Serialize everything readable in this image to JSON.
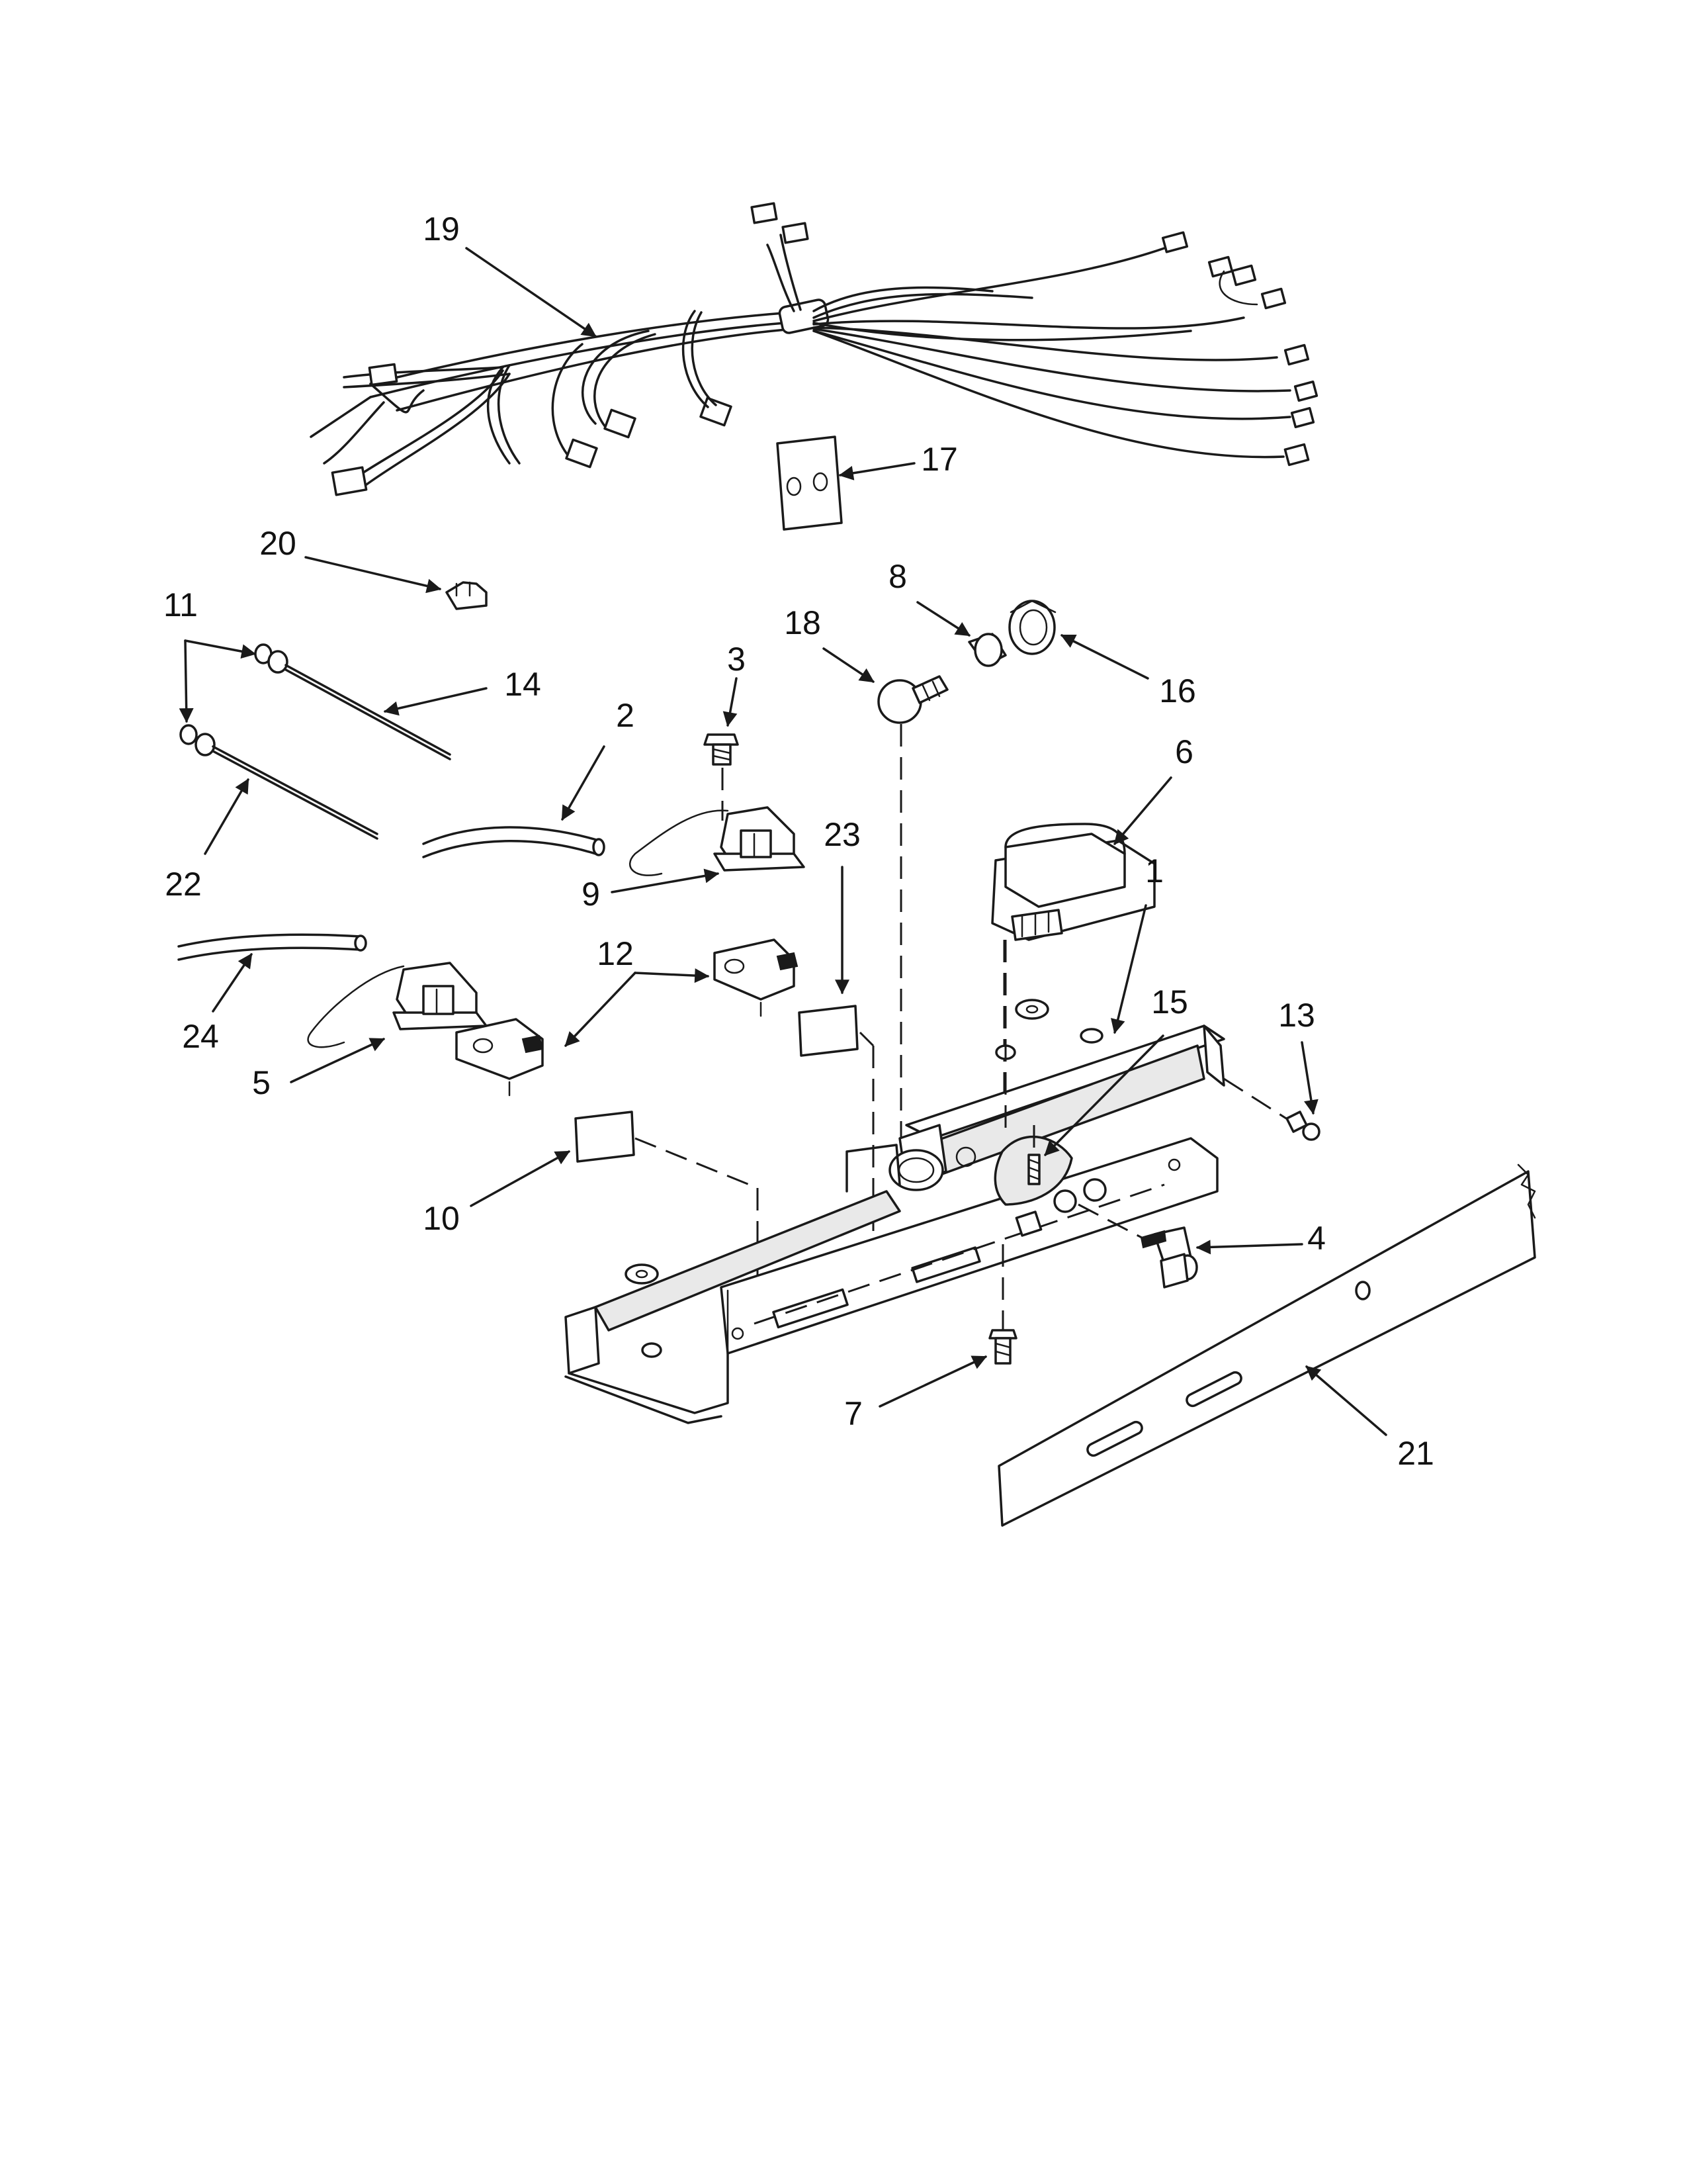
{
  "diagram": {
    "labels": [
      {
        "id": "1",
        "text": "1"
      },
      {
        "id": "2",
        "text": "2"
      },
      {
        "id": "3",
        "text": "3"
      },
      {
        "id": "4",
        "text": "4"
      },
      {
        "id": "5",
        "text": "5"
      },
      {
        "id": "6",
        "text": "6"
      },
      {
        "id": "7",
        "text": "7"
      },
      {
        "id": "8",
        "text": "8"
      },
      {
        "id": "9",
        "text": "9"
      },
      {
        "id": "10",
        "text": "10"
      },
      {
        "id": "11",
        "text": "11"
      },
      {
        "id": "12",
        "text": "12"
      },
      {
        "id": "13",
        "text": "13"
      },
      {
        "id": "14",
        "text": "14"
      },
      {
        "id": "15",
        "text": "15"
      },
      {
        "id": "16",
        "text": "16"
      },
      {
        "id": "17",
        "text": "17"
      },
      {
        "id": "18",
        "text": "18"
      },
      {
        "id": "19",
        "text": "19"
      },
      {
        "id": "20",
        "text": "20"
      },
      {
        "id": "21",
        "text": "21"
      },
      {
        "id": "22",
        "text": "22"
      },
      {
        "id": "23",
        "text": "23"
      },
      {
        "id": "24",
        "text": "24"
      }
    ]
  }
}
